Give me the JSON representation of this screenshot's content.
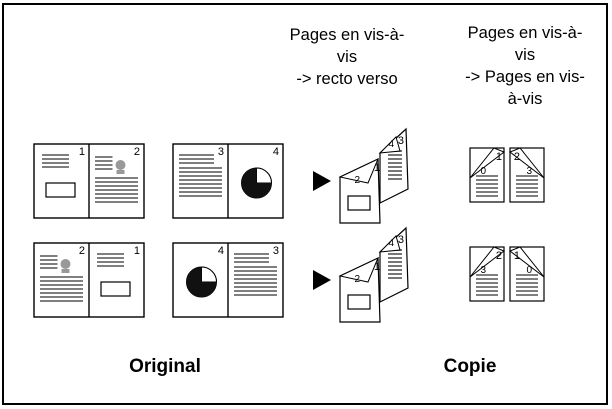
{
  "headers": {
    "col2": [
      "Pages en vis-à-",
      "vis",
      "-> recto verso"
    ],
    "col3": [
      "Pages en vis-à-",
      "vis",
      "-> Pages en vis-",
      "à-vis"
    ]
  },
  "footer": {
    "original": "Original",
    "copy": "Copie"
  },
  "rows": [
    {
      "spreads": [
        {
          "left": {
            "num": "1",
            "kind": "box"
          },
          "right": {
            "num": "2",
            "kind": "person"
          }
        },
        {
          "left": {
            "num": "3",
            "kind": "text"
          },
          "right": {
            "num": "4",
            "kind": "pie"
          }
        }
      ],
      "duplex": {
        "front": "1",
        "back": "2",
        "front2": "3",
        "back2": "4"
      },
      "facing": {
        "left": "1",
        "right": "2",
        "under_left": "0",
        "under_right": "3"
      }
    },
    {
      "spreads": [
        {
          "left": {
            "num": "2",
            "kind": "person"
          },
          "right": {
            "num": "1",
            "kind": "box"
          }
        },
        {
          "left": {
            "num": "4",
            "kind": "pie"
          },
          "right": {
            "num": "3",
            "kind": "text"
          }
        }
      ],
      "duplex": {
        "front": "1",
        "back": "2",
        "front2": "3",
        "back2": "4"
      },
      "facing": {
        "left": "2",
        "right": "1",
        "under_left": "3",
        "under_right": "0"
      }
    }
  ]
}
